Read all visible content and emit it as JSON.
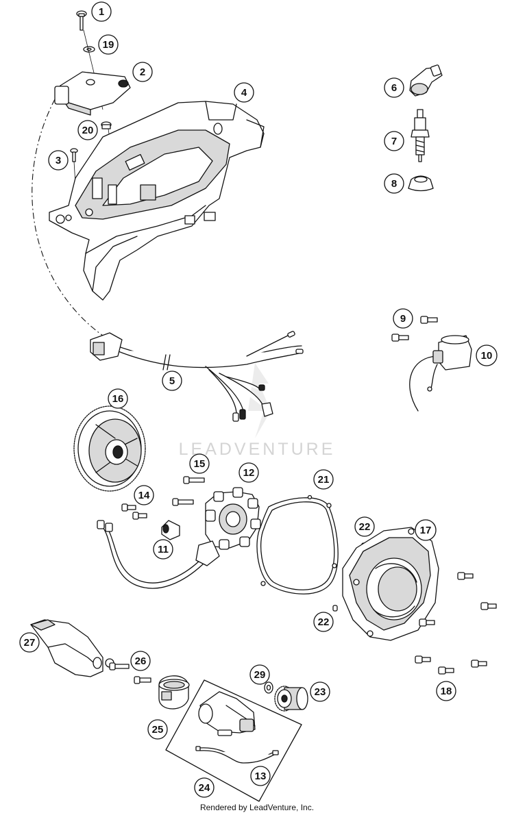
{
  "diagram": {
    "watermark": "LEADVENTURE",
    "credit": "Rendered by LeadVenture, Inc.",
    "callouts": [
      {
        "id": "c1",
        "label": "1"
      },
      {
        "id": "c19",
        "label": "19"
      },
      {
        "id": "c2",
        "label": "2"
      },
      {
        "id": "c4",
        "label": "4"
      },
      {
        "id": "c20",
        "label": "20"
      },
      {
        "id": "c3",
        "label": "3"
      },
      {
        "id": "c6",
        "label": "6"
      },
      {
        "id": "c7",
        "label": "7"
      },
      {
        "id": "c8",
        "label": "8"
      },
      {
        "id": "c9",
        "label": "9"
      },
      {
        "id": "c10",
        "label": "10"
      },
      {
        "id": "c5",
        "label": "5"
      },
      {
        "id": "c16",
        "label": "16"
      },
      {
        "id": "c15",
        "label": "15"
      },
      {
        "id": "c12",
        "label": "12"
      },
      {
        "id": "c21",
        "label": "21"
      },
      {
        "id": "c14",
        "label": "14"
      },
      {
        "id": "c11",
        "label": "11"
      },
      {
        "id": "c22a",
        "label": "22"
      },
      {
        "id": "c17",
        "label": "17"
      },
      {
        "id": "c22b",
        "label": "22"
      },
      {
        "id": "c27",
        "label": "27"
      },
      {
        "id": "c26",
        "label": "26"
      },
      {
        "id": "c29",
        "label": "29"
      },
      {
        "id": "c23",
        "label": "23"
      },
      {
        "id": "c18",
        "label": "18"
      },
      {
        "id": "c25",
        "label": "25"
      },
      {
        "id": "c24",
        "label": "24"
      },
      {
        "id": "c13",
        "label": "13"
      }
    ]
  }
}
